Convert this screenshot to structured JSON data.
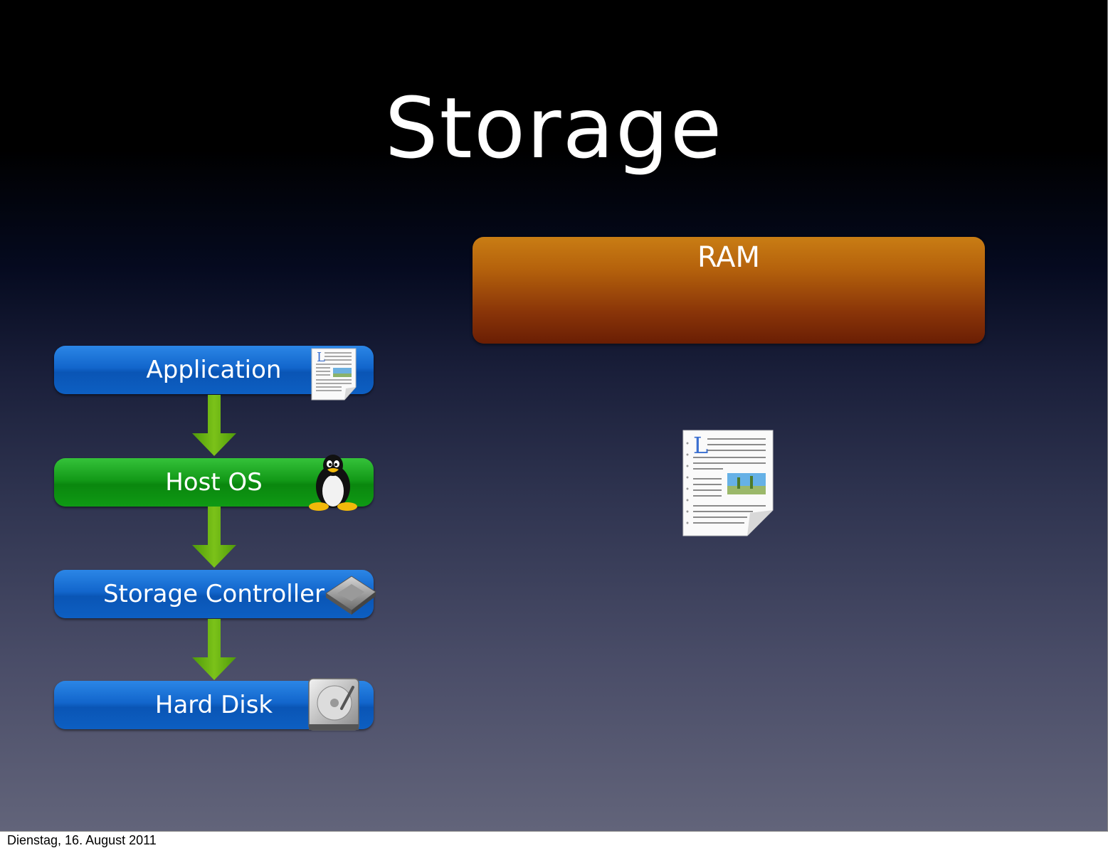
{
  "slide": {
    "title": "Storage",
    "ram_label": "RAM",
    "stack": [
      {
        "label": "Application",
        "icon": "document-icon",
        "color": "#1266cc"
      },
      {
        "label": "Host OS",
        "icon": "penguin-icon",
        "color": "#139a18"
      },
      {
        "label": "Storage Controller",
        "icon": "chip-icon",
        "color": "#1266cc"
      },
      {
        "label": "Hard Disk",
        "icon": "hard-disk-icon",
        "color": "#1266cc"
      }
    ],
    "arrow_color": "#6ab012",
    "ram_color": "#b5620c"
  },
  "footer": {
    "date": "Dienstag, 16. August 2011"
  }
}
